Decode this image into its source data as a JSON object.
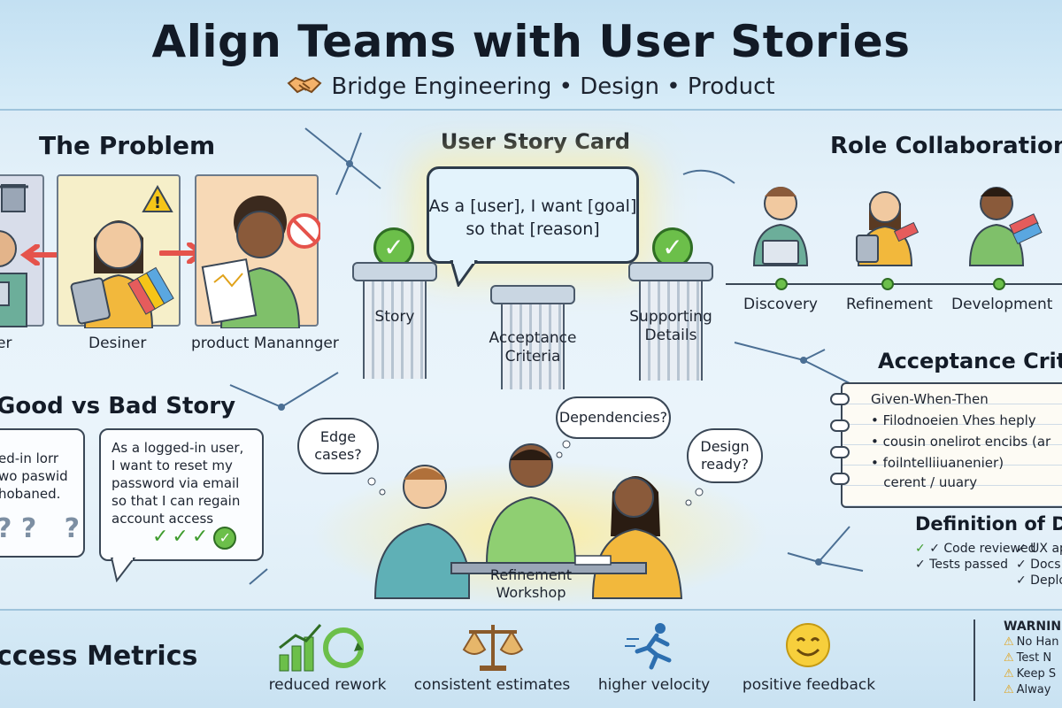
{
  "header": {
    "title": "Align Teams with User Stories",
    "subtitle": "Bridge Engineering • Design • Product"
  },
  "problem": {
    "heading": "The Problem",
    "roles": [
      "er",
      "Desiner",
      "product Manannger"
    ]
  },
  "story_card": {
    "heading": "User Story Card",
    "text": "As a [user], I want [goal]\nso that [reason]",
    "pillars": [
      "Story",
      "Acceptance\nCriteria",
      "Supporting\nDetails"
    ]
  },
  "roles": {
    "heading": "Role Collaboration",
    "phases": [
      "Discovery",
      "Refinement",
      "Development"
    ]
  },
  "good_bad": {
    "heading": "Good vs Bad Story",
    "bad_text": "ed-in lorr\nwo paswid\nhobaned.",
    "bad_marks": "? ?   ?",
    "good_text": "As a logged-in user,\nI want to reset my\npassword via email\nso that I can regain\naccount access"
  },
  "workshop": {
    "label": "Refinement\nWorkshop",
    "bubbles": [
      "Edge\ncases?",
      "Dependencies?",
      "Design\nready?"
    ]
  },
  "acceptance": {
    "heading": "Acceptance Crite",
    "lines": [
      "Given-When-Then",
      "• Filodnoeien Vhes heply",
      "• cousin onelirot encibs (ar",
      "• foilntelliiuanenier)",
      "   cerent / uuary"
    ]
  },
  "dod": {
    "heading": "Definition of Do",
    "items_left": [
      "✓ Code reviewed",
      "✓ Tests passed"
    ],
    "items_right": [
      "✓ UX ap",
      "✓ Docs",
      "✓ Deplo"
    ]
  },
  "metrics": {
    "heading": "ccess Metrics",
    "items": [
      {
        "icon": "bar-growth-icon",
        "label": "reduced rework"
      },
      {
        "icon": "scales-icon",
        "label": "consistent estimates"
      },
      {
        "icon": "runner-icon",
        "label": "higher velocity"
      },
      {
        "icon": "smiley-icon",
        "label": "positive feedback"
      }
    ]
  },
  "warnings": {
    "heading": "WARNIN",
    "items": [
      "No Han",
      "Test N",
      "Keep S",
      "Alway"
    ]
  },
  "colors": {
    "accent_green": "#6cbf4a",
    "warn_yellow": "#e0a21a",
    "card_blue": "#e3f3fc"
  }
}
